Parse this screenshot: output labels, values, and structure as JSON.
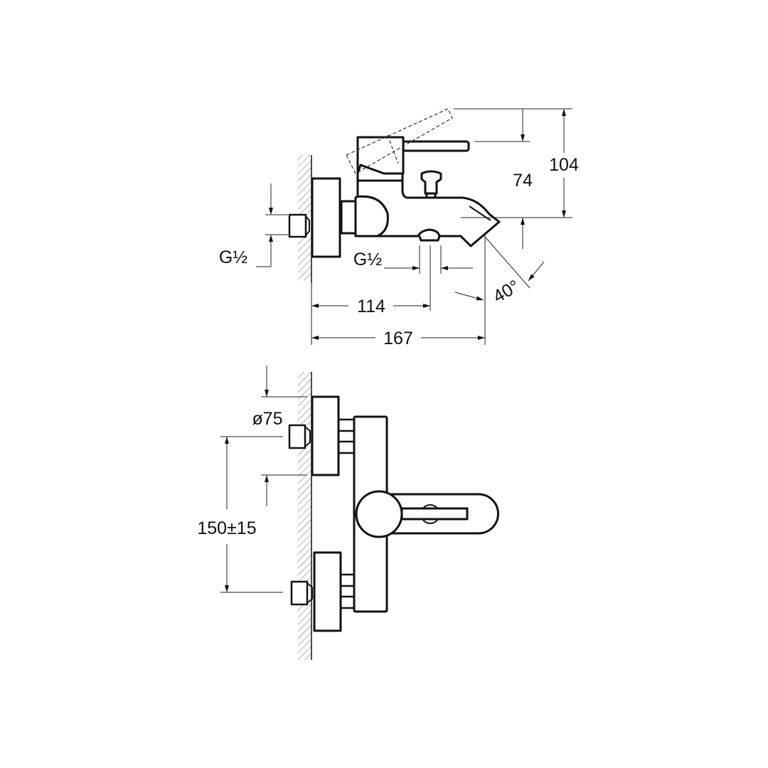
{
  "title": "Bath/shower mixer technical drawing",
  "side_view": {
    "dimensions": {
      "overall_height": "104",
      "spout_height": "74",
      "inlet_thread": "G½",
      "diverter_thread": "G½",
      "wall_to_outlet": "114",
      "overall_projection": "167",
      "spout_angle": "40°"
    }
  },
  "front_view": {
    "dimensions": {
      "flange_diameter": "ø75",
      "inlet_centres": "150±15"
    }
  }
}
